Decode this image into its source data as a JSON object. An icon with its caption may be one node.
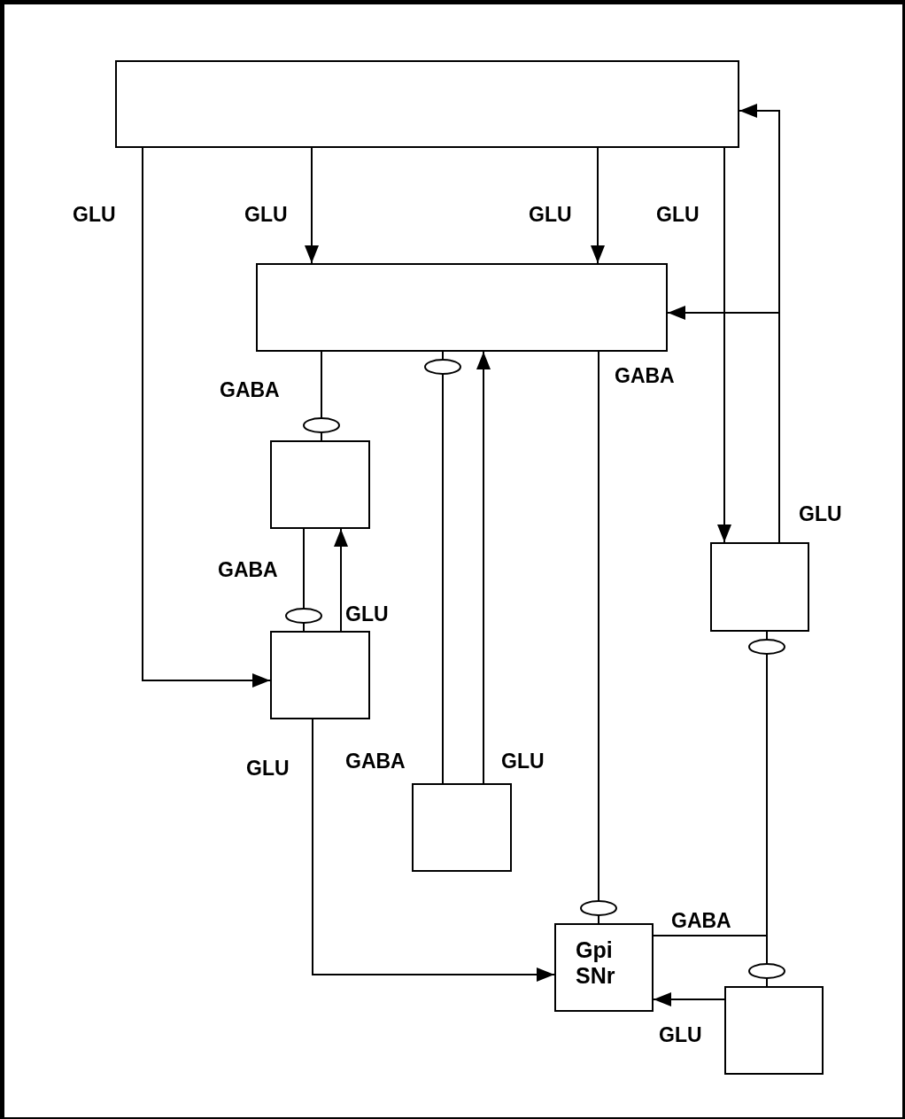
{
  "diagram": {
    "nodes": [
      {
        "text": [],
        "shape": "box"
      },
      {
        "text": [],
        "shape": "box"
      },
      {
        "text": [],
        "shape": "box"
      },
      {
        "text": [],
        "shape": "box"
      },
      {
        "text": [],
        "shape": "box"
      },
      {
        "text": [],
        "shape": "box"
      },
      {
        "text": [
          "Gpi SNr"
        ]
      },
      {
        "text": [],
        "shape": "box"
      }
    ],
    "edges": [
      {
        "from": 0,
        "to": 3,
        "arrow": "to",
        "label": "GLU"
      },
      {
        "from": 0,
        "to": 1,
        "arrow": "to",
        "label": "GLU"
      },
      {
        "from": 0,
        "to": 1,
        "arrow": "to",
        "label": "GLU"
      },
      {
        "from": 0,
        "to": 5,
        "arrow": "to",
        "label": "GLU"
      },
      {
        "from": 5,
        "to": 0,
        "arrow": "to",
        "label": "GLU"
      },
      {
        "from": 5,
        "to": 1,
        "arrow": "to"
      },
      {
        "from": 1,
        "to": 2,
        "arrow": "other",
        "label": "GABA"
      },
      {
        "from": 2,
        "to": 3,
        "arrow": "other",
        "label": "GABA"
      },
      {
        "from": 3,
        "to": 2,
        "arrow": "to",
        "label": "GLU"
      },
      {
        "from": 4,
        "to": 1,
        "arrow": "other",
        "label": "GABA"
      },
      {
        "from": 4,
        "to": 1,
        "arrow": "to",
        "label": "GLU"
      },
      {
        "from": 1,
        "to": 6,
        "arrow": "other",
        "label": "GABA"
      },
      {
        "from": 3,
        "to": 6,
        "arrow": "to",
        "label": "GLU"
      },
      {
        "from": 6,
        "to": 5,
        "arrow": "other",
        "label": "GABA"
      },
      {
        "from": 6,
        "to": 7,
        "arrow": "other"
      },
      {
        "from": 7,
        "to": 6,
        "arrow": "to",
        "label": "GLU"
      }
    ]
  }
}
